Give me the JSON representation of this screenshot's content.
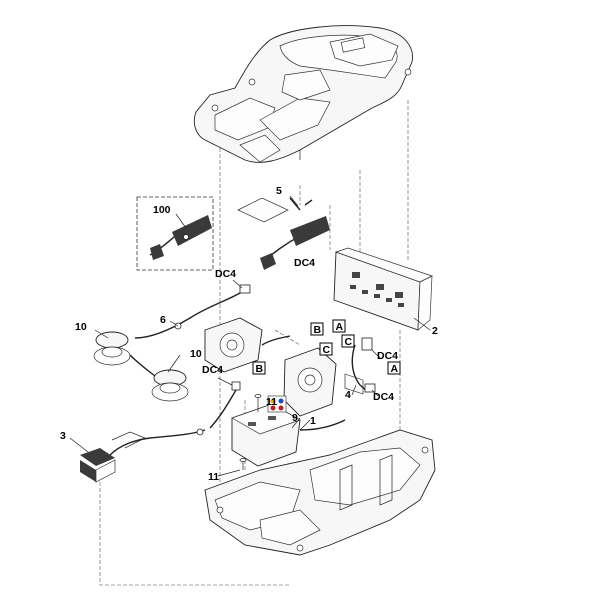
{
  "callouts": {
    "p1": "1",
    "p2": "2",
    "p3": "3",
    "p4": "4",
    "p5": "5",
    "p6": "6",
    "p9": "9",
    "p10a": "10",
    "p10b": "10",
    "p11a": "11",
    "p11b": "11",
    "p100": "100"
  },
  "connectors": {
    "dc4_a": "DC4",
    "dc4_b": "DC4",
    "dc4_c": "DC4",
    "dc4_d": "DC4",
    "dc4_e": "DC4"
  },
  "boxes": {
    "a1": "A",
    "a2": "A",
    "b1": "B",
    "b2": "B",
    "c1": "C",
    "c2": "C"
  }
}
